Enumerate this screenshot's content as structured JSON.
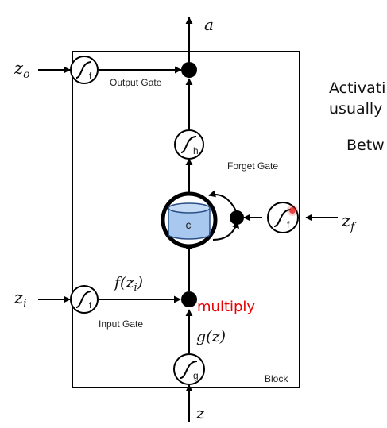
{
  "diagram": {
    "block_label": "Block",
    "gates": {
      "output": "Output Gate",
      "forget": "Forget Gate",
      "input": "Input Gate"
    },
    "units": {
      "output_gate": "f",
      "h_unit": "h",
      "forget_gate": "f",
      "input_gate": "f",
      "g_unit": "g",
      "cell": "c"
    },
    "math": {
      "a": "a",
      "z_o": "z",
      "z_o_sub": "o",
      "z_f": "z",
      "z_f_sub": "f",
      "z_i": "z",
      "z_i_sub": "i",
      "z": "z",
      "f_zi_left": "f(z",
      "f_zi_sub": "i",
      "f_zi_right": ")",
      "g_z": "g(z)"
    },
    "annotation": "multiply",
    "side_text": {
      "line1": "Activati",
      "line2": "usually",
      "line3": "Betw"
    },
    "colors": {
      "cell_fill": "#a9c8ef",
      "annotation": "#e60000",
      "marker": "#e02020"
    }
  }
}
